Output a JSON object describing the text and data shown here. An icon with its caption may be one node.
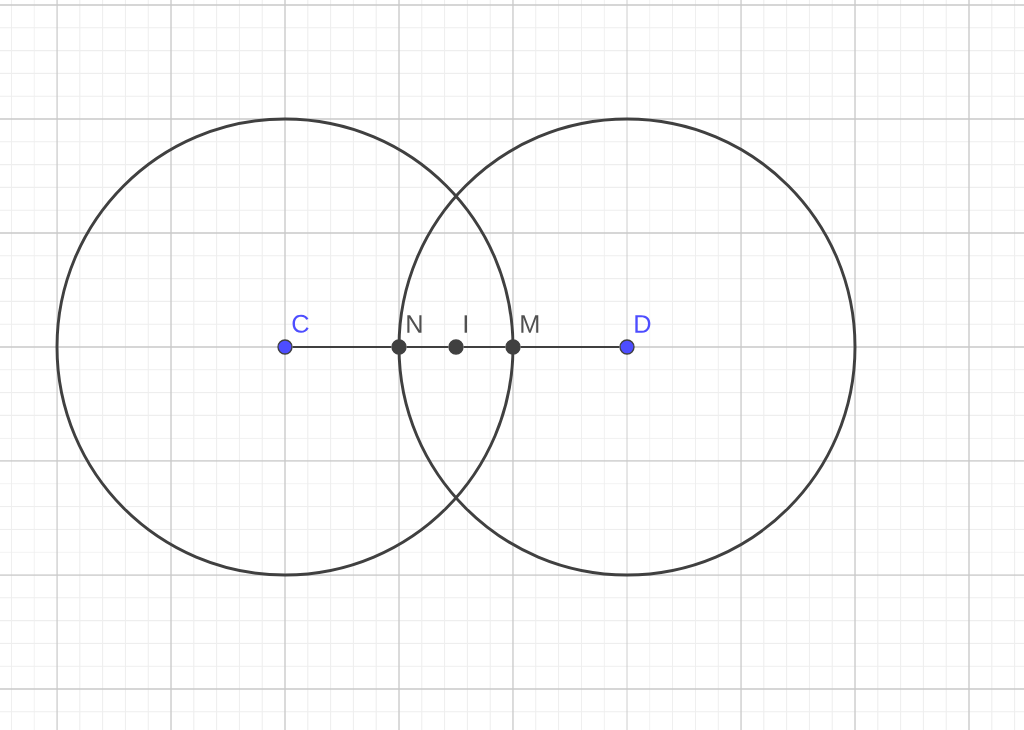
{
  "diagram": {
    "nodes": [
      {
        "text": [
          "C"
        ]
      },
      {
        "text": [
          "N"
        ]
      },
      {
        "text": [
          "I"
        ]
      },
      {
        "text": [
          "M"
        ]
      },
      {
        "text": [
          "D"
        ]
      }
    ],
    "edges": [
      {
        "from": 0,
        "to": 1,
        "arrow": "none"
      },
      {
        "from": 1,
        "to": 2,
        "arrow": "none"
      },
      {
        "from": 2,
        "to": 3,
        "arrow": "none"
      },
      {
        "from": 3,
        "to": 4,
        "arrow": "none"
      }
    ]
  }
}
